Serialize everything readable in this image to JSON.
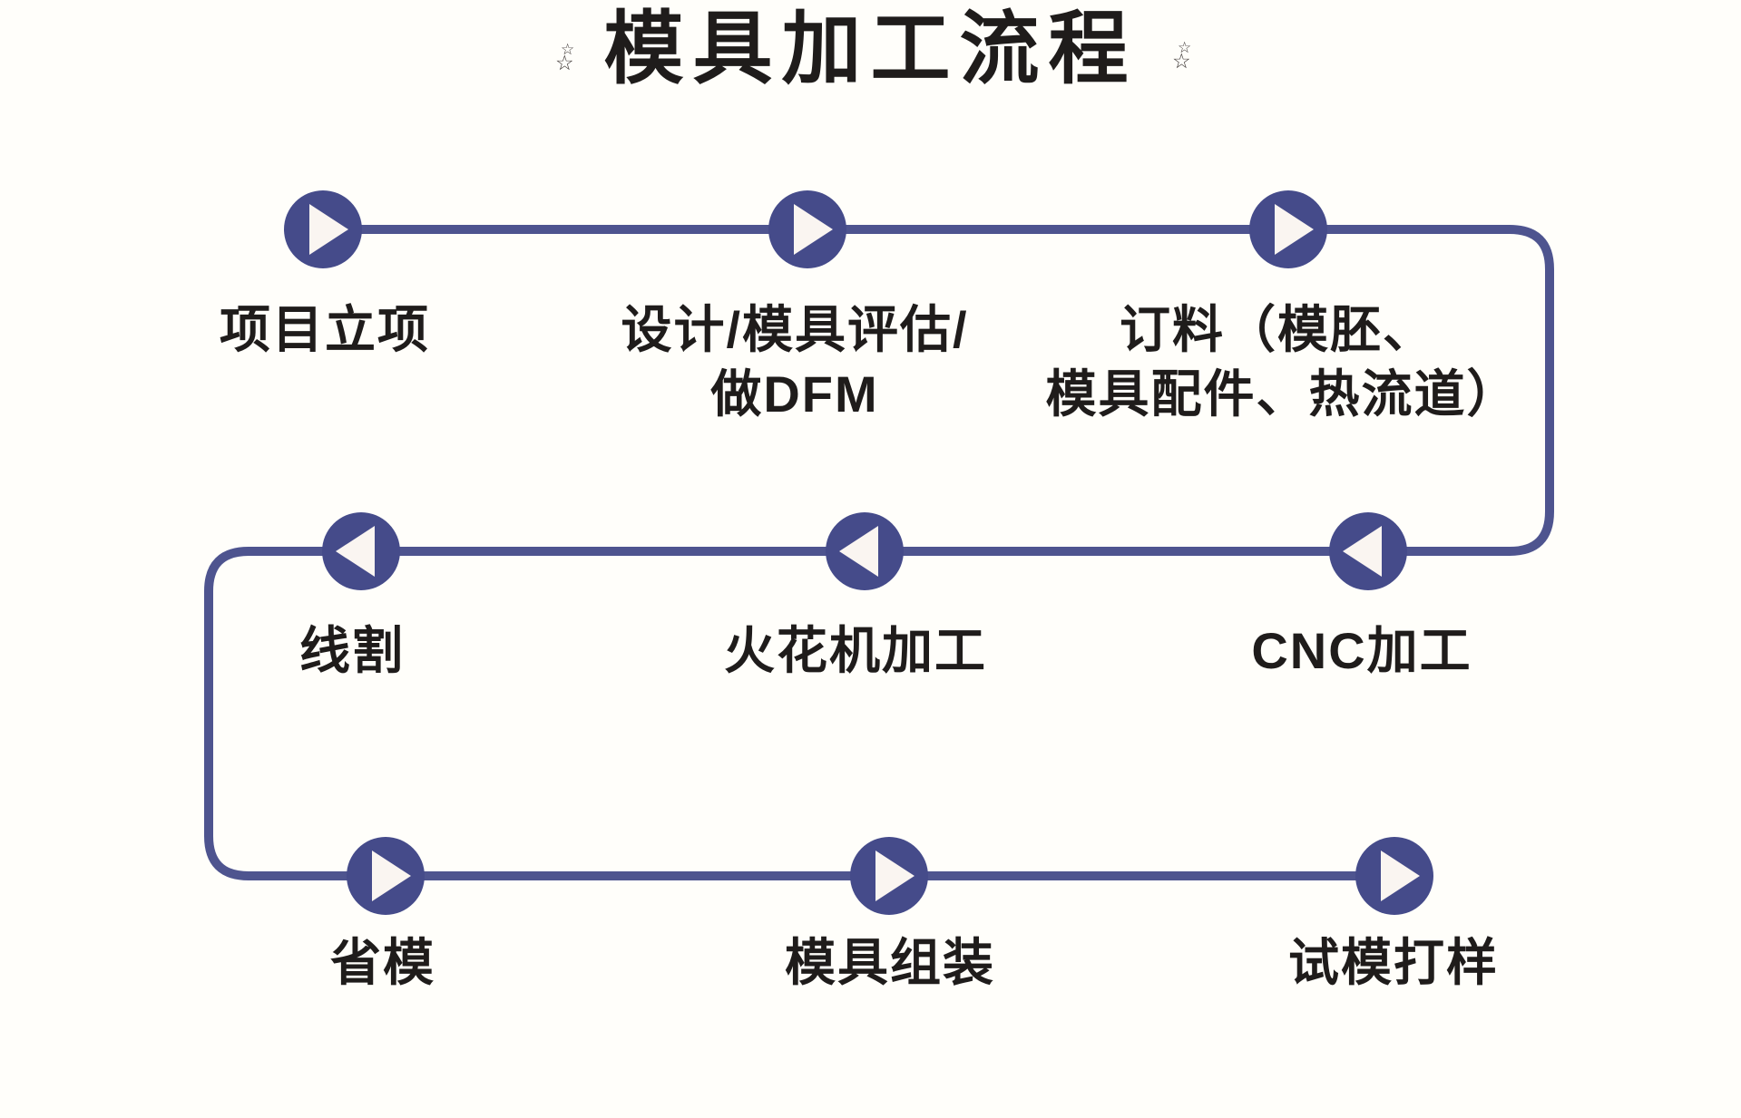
{
  "title": "模具加工流程",
  "decor": {
    "left_star_small": "☆",
    "left_star_big": "☆",
    "right_star_small": "☆",
    "right_star_big": "☆"
  },
  "colors": {
    "background": "#fffefa",
    "connector_line": "#4e548f",
    "node_circle": "#454b8a",
    "node_triangle": "#faf5f1",
    "text": "#1f1c1b"
  },
  "flow_direction_note": "serpentine: row1 left-to-right, row2 right-to-left, row3 left-to-right",
  "steps": [
    {
      "label": "项目立项",
      "direction": "right",
      "row": 1
    },
    {
      "label": "设计/模具评估/\n做DFM",
      "direction": "right",
      "row": 1
    },
    {
      "label": "订料（模胚、\n模具配件、热流道）",
      "direction": "right",
      "row": 1
    },
    {
      "label": "CNC加工",
      "direction": "left",
      "row": 2
    },
    {
      "label": "火花机加工",
      "direction": "left",
      "row": 2
    },
    {
      "label": "线割",
      "direction": "left",
      "row": 2
    },
    {
      "label": "省模",
      "direction": "right",
      "row": 3
    },
    {
      "label": "模具组装",
      "direction": "right",
      "row": 3
    },
    {
      "label": "试模打样",
      "direction": "right",
      "row": 3
    }
  ]
}
